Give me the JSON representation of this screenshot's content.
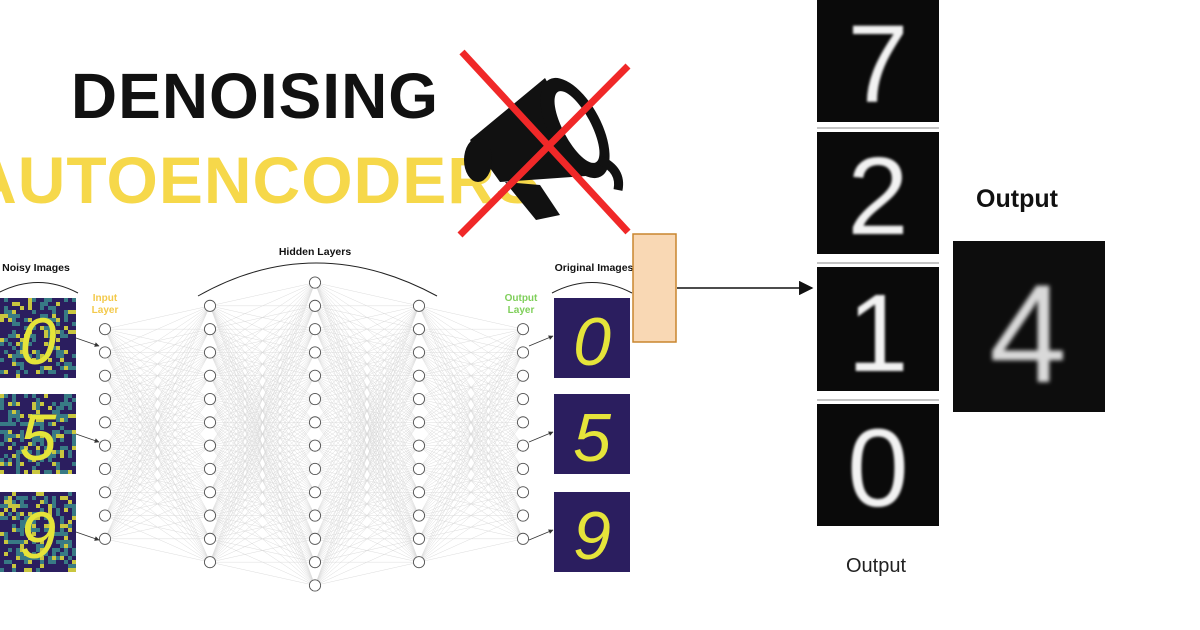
{
  "headline": {
    "line1": "DENOISING",
    "line2": "AUTOENCODERS",
    "line1_color": "#111111",
    "line2_color": "#f6d84a"
  },
  "icons": {
    "megaphone": "megaphone-icon",
    "cross": "red-cross-icon",
    "cross_color": "#f02828"
  },
  "network": {
    "noisy_label": "Noisy Images",
    "hidden_label": "Hidden Layers",
    "original_label": "Original Images",
    "input_label_line1": "Input",
    "input_label_line2": "Layer",
    "output_label_line1": "Output",
    "output_label_line2": "Layer",
    "input_label_color": "#f3c94a",
    "output_label_color": "#7fcf5a",
    "layer_node_counts": [
      10,
      12,
      14,
      12,
      10
    ],
    "noisy_digits": [
      "0",
      "5",
      "9"
    ],
    "clean_digits": [
      "0",
      "5",
      "9"
    ],
    "digit_palette": {
      "background": "#2b1e5f",
      "stroke": "#e5e43a",
      "noise": "#3b8b8c"
    }
  },
  "pipeline": {
    "encoder_box_color": "#f9d8b4",
    "strip_digits": [
      "7",
      "2",
      "1",
      "0"
    ],
    "strip_caption": "Output",
    "single_output_title": "Output",
    "single_output_digit": "4"
  }
}
